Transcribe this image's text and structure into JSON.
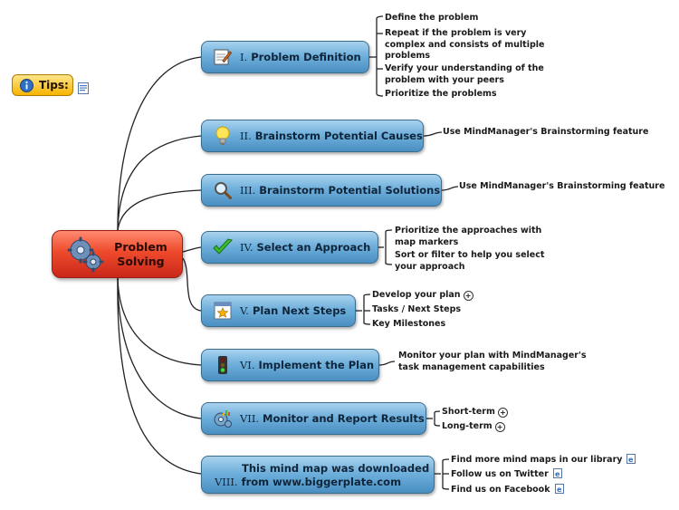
{
  "central": {
    "line1": "Problem",
    "line2": "Solving",
    "icon": "gears-icon"
  },
  "tips": {
    "label": "Tips:",
    "icon": "info-icon"
  },
  "topics": [
    {
      "num": "I.",
      "title": "Problem Definition",
      "icon": "pencil-note-icon",
      "subs": [
        "Define the problem",
        "Repeat if the problem is very",
        "complex and consists of multiple",
        "problems",
        "Verify your understanding of the",
        "problem with your peers",
        "Prioritize the problems"
      ]
    },
    {
      "num": "II.",
      "title": "Brainstorm Potential Causes",
      "icon": "lightbulb-icon",
      "subs": [
        "Use MindManager's Brainstorming feature"
      ]
    },
    {
      "num": "III.",
      "title": "Brainstorm Potential Solutions",
      "icon": "magnifier-icon",
      "subs": [
        "Use MindManager's Brainstorming feature"
      ]
    },
    {
      "num": "IV.",
      "title": "Select an Approach",
      "icon": "checkmark-icon",
      "subs": [
        "Prioritize the approaches with",
        "map markers",
        "Sort or filter to help you select",
        "your approach"
      ]
    },
    {
      "num": "V.",
      "title": "Plan Next Steps",
      "icon": "star-window-icon",
      "subs": [
        "Develop your plan",
        "Tasks / Next Steps",
        "Key Milestones"
      ]
    },
    {
      "num": "VI.",
      "title": "Implement the Plan",
      "icon": "traffic-light-icon",
      "subs": [
        "Monitor your plan with MindManager's",
        "task management capabilities"
      ]
    },
    {
      "num": "VII.",
      "title": "Monitor and Report Results",
      "icon": "gear-chart-icon",
      "subs": [
        "Short-term",
        "Long-term"
      ]
    },
    {
      "num": "VIII.",
      "title_line1": "This mind map was downloaded",
      "title_line2": "from www.biggerplate.com",
      "subs": [
        "Find more mind maps in our library",
        "Follow us on Twitter",
        "Find us on Facebook"
      ]
    }
  ],
  "colors": {
    "topic_fill": "#6fb0dc",
    "central_fill": "#ee4a2c",
    "tips_fill": "#f6b400",
    "connector": "#222222"
  }
}
